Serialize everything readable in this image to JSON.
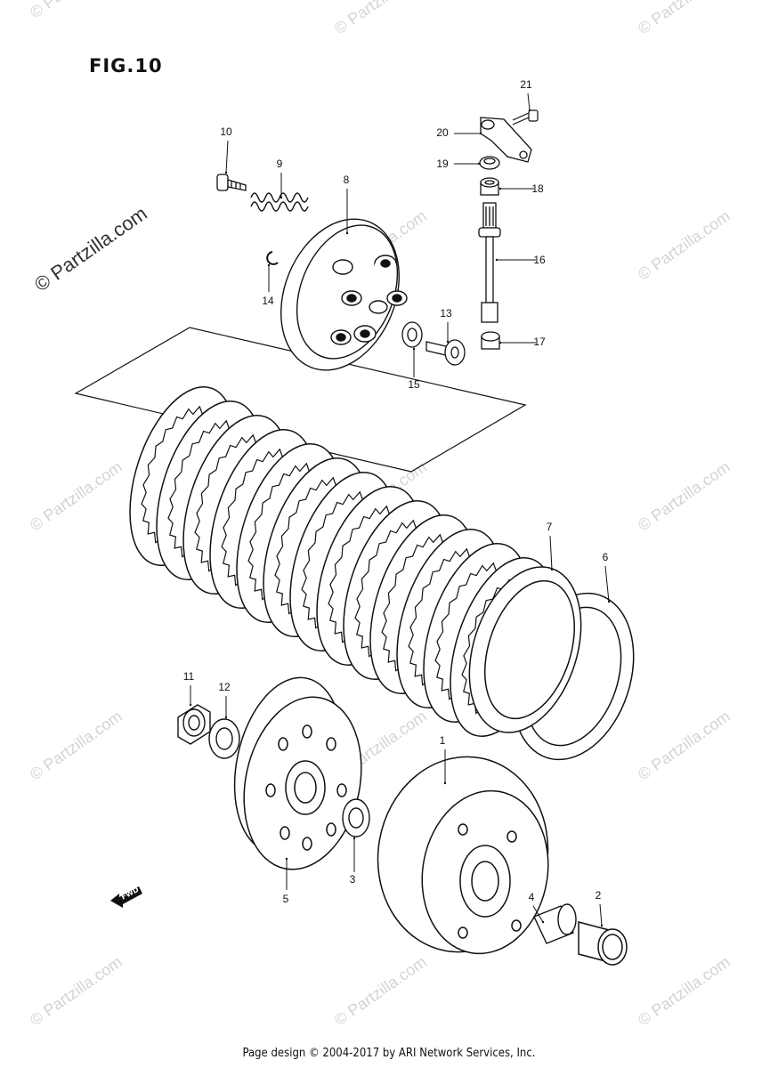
{
  "figure": {
    "title": "FIG.10"
  },
  "watermark": {
    "main": "© Partzilla.com",
    "tile": "© Partzilla.com"
  },
  "fwd_arrow": {
    "label": "FWD"
  },
  "callouts": [
    {
      "num": "1"
    },
    {
      "num": "2"
    },
    {
      "num": "3"
    },
    {
      "num": "4"
    },
    {
      "num": "5"
    },
    {
      "num": "6"
    },
    {
      "num": "7"
    },
    {
      "num": "8"
    },
    {
      "num": "9"
    },
    {
      "num": "10"
    },
    {
      "num": "11"
    },
    {
      "num": "12"
    },
    {
      "num": "13"
    },
    {
      "num": "14"
    },
    {
      "num": "15"
    },
    {
      "num": "16"
    },
    {
      "num": "17"
    },
    {
      "num": "18"
    },
    {
      "num": "19"
    },
    {
      "num": "20"
    },
    {
      "num": "21"
    }
  ],
  "footer": {
    "text": "Page design © 2004-2017 by ARI Network Services, Inc."
  }
}
